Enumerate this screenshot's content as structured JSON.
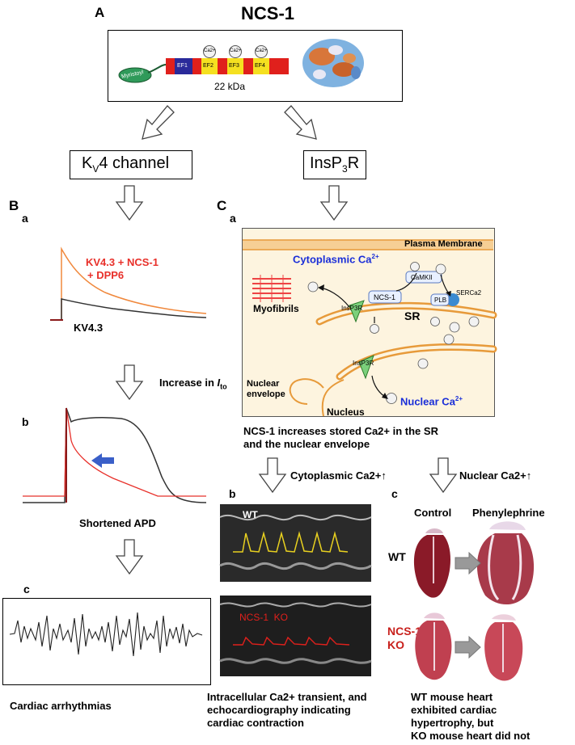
{
  "panelA": {
    "letter": "A",
    "title": "NCS-1",
    "myristoyl": "Myristoyl",
    "ef_hands": [
      "EF1",
      "EF2",
      "EF3",
      "EF4"
    ],
    "ca_label": "Ca2+",
    "mass": "22 kDa"
  },
  "targets": {
    "kv4_main": "K",
    "kv4_sub": "V",
    "kv4_rest": "4 channel",
    "insp3r_main": "InsP",
    "insp3r_sub": "3",
    "insp3r_rest": "R"
  },
  "panelB": {
    "letter": "B",
    "a": {
      "letter": "a",
      "red_label_line1": "KV4.3 + NCS-1",
      "red_label_line2": "+ DPP6",
      "black_label": "KV4.3"
    },
    "increase_text": "Increase in ",
    "increase_italic": "I",
    "increase_sub": "to",
    "b": {
      "letter": "b",
      "caption": "Shortened APD"
    },
    "c": {
      "letter": "c",
      "caption": "Cardiac arrhythmias"
    }
  },
  "panelC": {
    "letter": "C",
    "a": {
      "letter": "a",
      "plasma_membrane": "Plasma Membrane",
      "cytoplasmic_ca": "Cytoplasmic Ca",
      "myofibrils": "Myofibrils",
      "camkii": "CaMKII",
      "ncs1": "NCS-1",
      "plb": "PLB",
      "serca2": "SERCa2",
      "sr": "SR",
      "insp3r": "InsP3R",
      "nuclear_envelope_1": "Nuclear",
      "nuclear_envelope_2": "envelope",
      "nucleus": "Nucleus",
      "nuclear_ca": "Nuclear Ca",
      "ca_icon": "Ca2+",
      "caption_line1": "NCS-1 increases stored Ca2+ in the SR",
      "caption_line2": "and the nuclear envelope"
    },
    "cyto_arrow_label": "Cytoplasmic Ca2+↑",
    "nuc_arrow_label": "Nuclear Ca2+↑",
    "b": {
      "letter": "b",
      "wt": "WT",
      "ko": "NCS-1  KO",
      "caption_line1": "Intracellular Ca2+ transient, and",
      "caption_line2": "echocardiography indicating",
      "caption_line3": "cardiac contraction"
    },
    "c": {
      "letter": "c",
      "control": "Control",
      "phenylephrine": "Phenylephrine",
      "wt": "WT",
      "ko_line1": "NCS-1",
      "ko_line2": "KO",
      "caption_line1": "WT mouse heart",
      "caption_line2": "exhibited cardiac",
      "caption_line3": "hypertrophy, but",
      "caption_line4": "KO mouse heart did not"
    }
  },
  "colors": {
    "red": "#e8302a",
    "orange": "#f0883c",
    "yellow_trace": "#e8d020",
    "blue_text": "#1a2ed8",
    "cell_bg": "#fdf4df",
    "membrane": "#f2b061"
  }
}
